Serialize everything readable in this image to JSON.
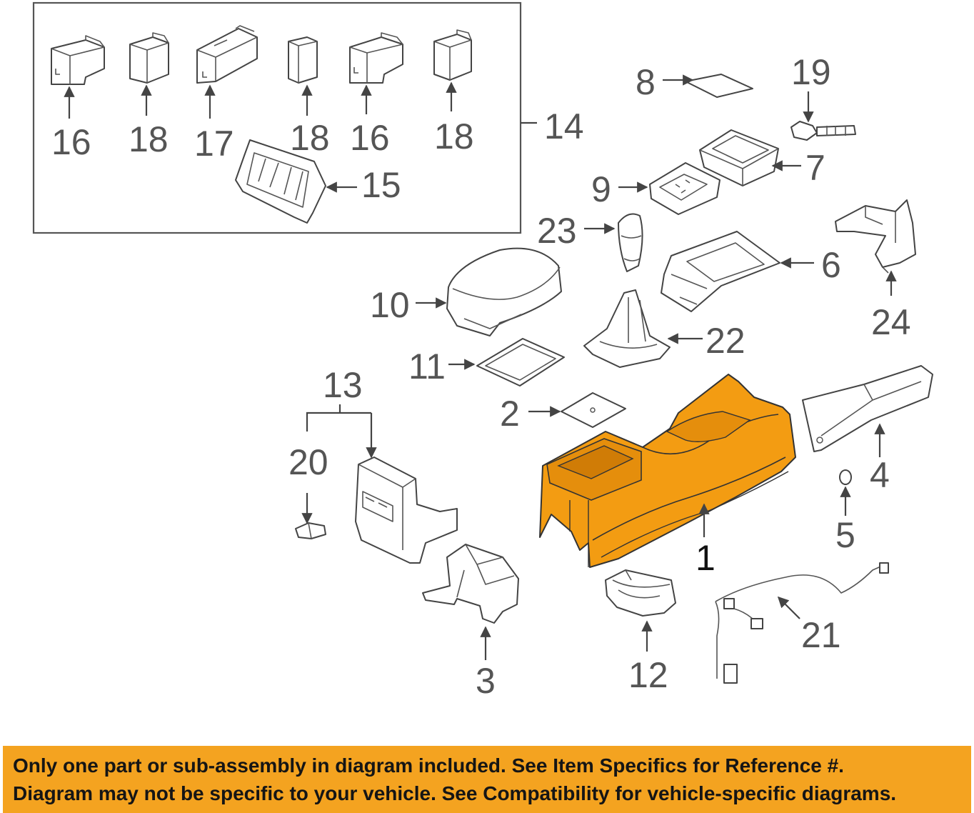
{
  "diagram": {
    "callouts": {
      "p1": "1",
      "p2": "2",
      "p3": "3",
      "p4": "4",
      "p5": "5",
      "p6": "6",
      "p7": "7",
      "p8": "8",
      "p9": "9",
      "p10": "10",
      "p11": "11",
      "p12": "12",
      "p13": "13",
      "p14": "14",
      "p15": "15",
      "p16a": "16",
      "p16b": "16",
      "p17": "17",
      "p18a": "18",
      "p18b": "18",
      "p18c": "18",
      "p19": "19",
      "p20": "20",
      "p21": "21",
      "p22": "22",
      "p23": "23",
      "p24": "24"
    },
    "highlight_color": "#f39c12",
    "line_color": "#444444"
  },
  "notice": {
    "line1": "Only one part or sub-assembly in diagram included. See Item Specifics for Reference #.",
    "line2": "Diagram may not be specific to your vehicle. See Compatibility for vehicle-specific diagrams.",
    "background": "#f4a320"
  }
}
